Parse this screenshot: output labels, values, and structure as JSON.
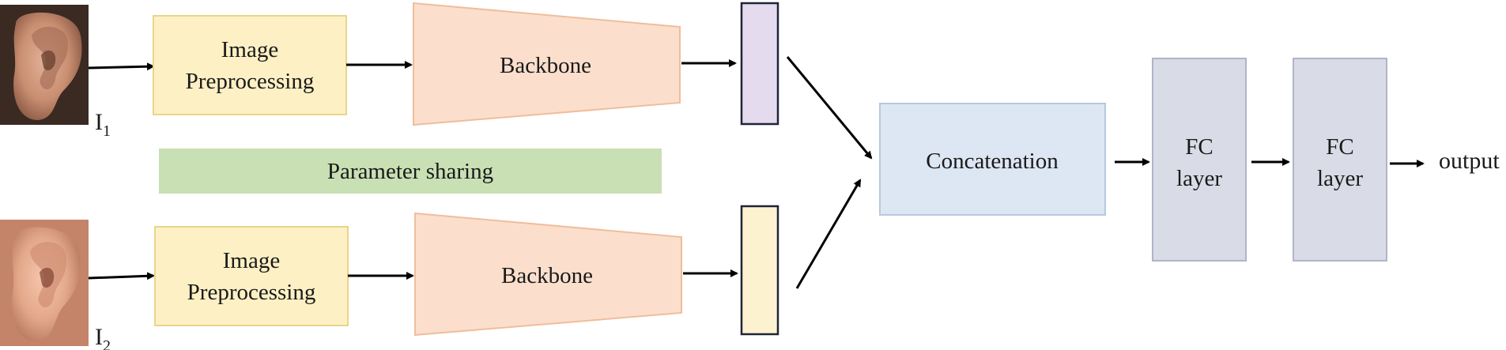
{
  "inputs": [
    {
      "label": "I",
      "subscript": "1"
    },
    {
      "label": "I",
      "subscript": "2"
    }
  ],
  "preprocessing": {
    "top_line1": "Image",
    "top_line2": "Preprocessing",
    "bottom_line1": "Image",
    "bottom_line2": "Preprocessing"
  },
  "backbone": {
    "top_label": "Backbone",
    "bottom_label": "Backbone"
  },
  "sharing": {
    "label": "Parameter sharing"
  },
  "concat": {
    "label": "Concatenation"
  },
  "fc_layers": [
    {
      "line1": "FC",
      "line2": "layer"
    },
    {
      "line1": "FC",
      "line2": "layer"
    }
  ],
  "output": {
    "label": "output"
  },
  "colors": {
    "preprocessing_fill": "#fdf0c4",
    "preprocessing_stroke": "#e8d58a",
    "backbone_fill": "#fbdfcc",
    "backbone_stroke": "#f0bd9d",
    "feature_top_fill": "#e5dbef",
    "feature_bottom_fill": "#fdf2cf",
    "feature_stroke": "#1f2338",
    "sharing_fill": "#c8e0b4",
    "concat_fill": "#dde6f3",
    "concat_stroke": "#b7c8e0",
    "fc_fill": "#d9dbe6",
    "fc_stroke": "#b0b4c9",
    "arrow": "#000000",
    "ear_top": "#c98f72",
    "ear_bottom": "#e3a88a"
  },
  "icons": [
    "ear-photo-1",
    "ear-photo-2",
    "arrow-right-icon"
  ]
}
